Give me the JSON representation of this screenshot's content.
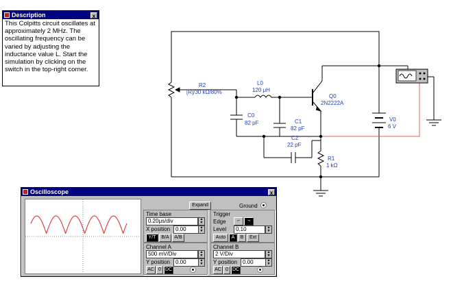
{
  "description_window": {
    "title": "Description",
    "close": "x",
    "text": "This Colpitts circuit oscillates at approximately 2 MHz. The oscillating frequency can be varied by adjusting the inductance value L. Start the simulation by clicking on the switch in the top-right corner."
  },
  "schematic": {
    "R2": {
      "name": "R2",
      "value": "[R]/30 kΩ/80%"
    },
    "L0": {
      "name": "L0",
      "value": "120 μH"
    },
    "Q0": {
      "name": "Q0",
      "value": "2N2222A"
    },
    "C0": {
      "name": "C0",
      "value": "82 pF"
    },
    "C1": {
      "name": "C1",
      "value": "82 pF"
    },
    "C2": {
      "name": "C2",
      "value": "22 pF"
    },
    "V0": {
      "name": "V0",
      "value": "6 V"
    },
    "R1": {
      "name": "R1",
      "value": "1 kΩ"
    },
    "colors": {
      "wire": "#000000",
      "label": "#2040c0",
      "probe_wire": "#e06060"
    }
  },
  "oscilloscope": {
    "title": "Oscilloscope",
    "close": "x",
    "expand": "Expand",
    "ground": "Ground",
    "timebase": {
      "title": "Time base",
      "value": "0.20μs/div",
      "xpos_label": "X position",
      "xpos_value": "0.00",
      "modes": [
        "Y/T",
        "B/A",
        "A/B"
      ]
    },
    "trigger": {
      "title": "Trigger",
      "edge_label": "Edge",
      "level_label": "Level",
      "level_value": "0.10",
      "sources": [
        "Auto",
        "A",
        "B",
        "Ext"
      ]
    },
    "channel_a": {
      "title": "Channel A",
      "value": "500 mV/Div",
      "ypos_label": "Y position",
      "ypos_value": "0.00",
      "coupling": [
        "AC",
        "0",
        "DC"
      ]
    },
    "channel_b": {
      "title": "Channel B",
      "value": "2 V/Div",
      "ypos_label": "Y position",
      "ypos_value": "0.00",
      "coupling": [
        "AC",
        "0",
        "DC"
      ]
    },
    "trace": {
      "color": "#e02020",
      "cycles": 5
    }
  }
}
